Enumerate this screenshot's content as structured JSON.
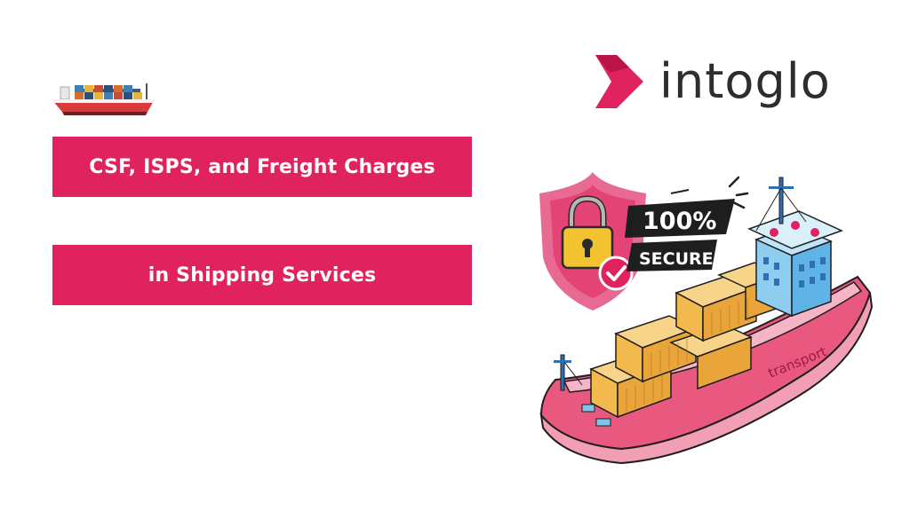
{
  "brand": {
    "name": "intoglo",
    "accent_color": "#E0235E"
  },
  "title": {
    "line1": "CSF, ISPS, and Freight Charges",
    "line2": "in Shipping Services"
  },
  "illustration": {
    "badge_percent": "100%",
    "badge_word": "SECURE",
    "ship_hull_text": "transport",
    "icons": [
      "small-cargo-ship-icon",
      "intoglo-logo-mark-icon",
      "security-shield-icon",
      "padlock-icon",
      "checkmark-icon",
      "cargo-ship-icon"
    ]
  }
}
